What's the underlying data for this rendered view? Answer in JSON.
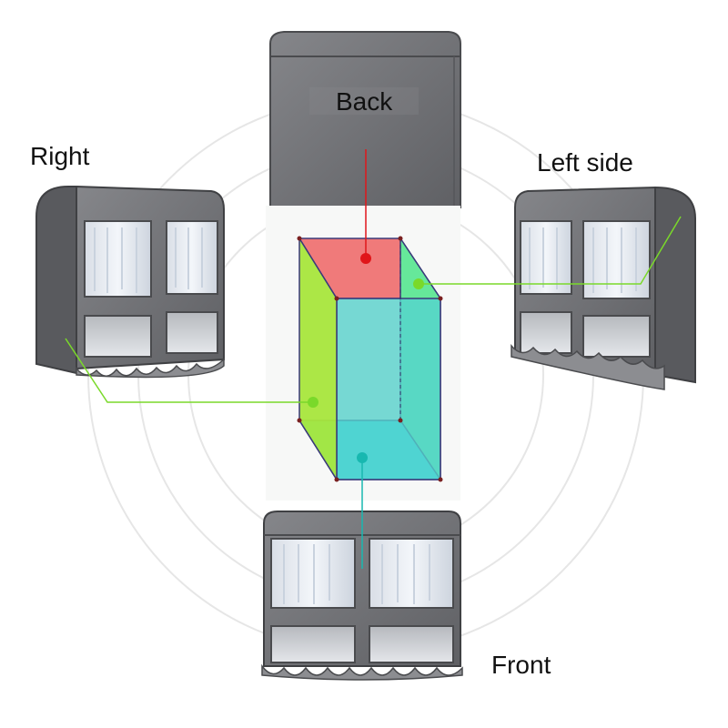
{
  "labels": {
    "back": "Back",
    "right": "Right",
    "left_side": "Left side",
    "front": "Front"
  },
  "colors": {
    "back_face": "#f07a7a",
    "side_face": "#a8e63c",
    "left_face": "#4dfca0",
    "bottom_face": "#39e6f5",
    "front_face": "#55cfc9",
    "back_marker": "#e0161a",
    "side_marker": "#7ad92a",
    "front_marker": "#18b8b0",
    "cover_gray": "#77787c",
    "cover_dark": "#5d5e62",
    "window_light": "#dfe4ea"
  },
  "icons": {
    "back_view": "wardrobe-back-view",
    "right_view": "wardrobe-right-view",
    "left_view": "wardrobe-left-view",
    "front_view": "wardrobe-front-view",
    "box": "wardrobe-box-diagram"
  }
}
